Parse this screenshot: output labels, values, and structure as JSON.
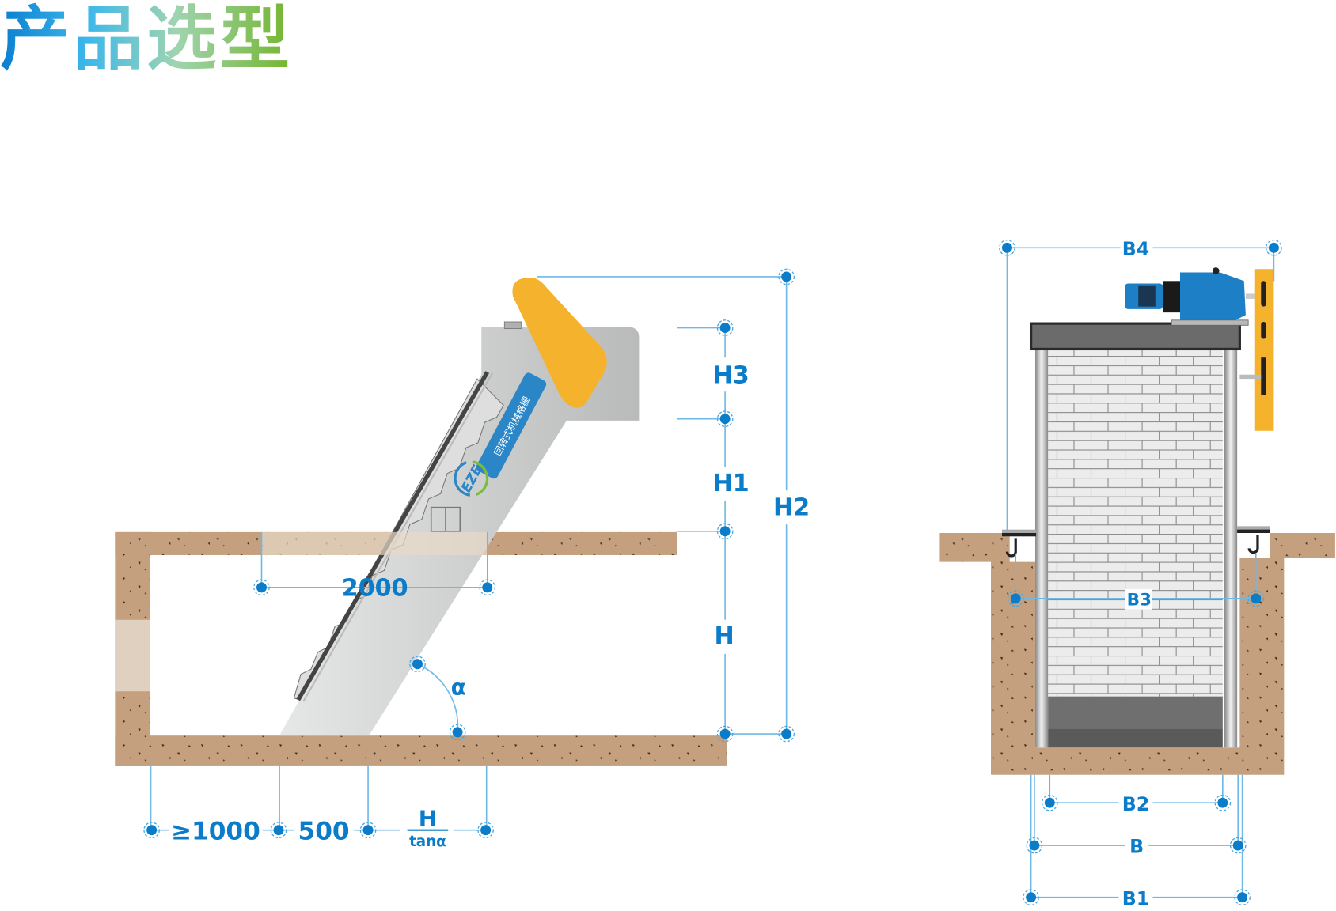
{
  "title": "产品选型",
  "colors": {
    "dimension": "#0a7cc9",
    "concrete": "#c4a07e",
    "machine_gray": "#c7c8c8",
    "rake_arm": "#f5b22c",
    "motor_blue": "#1d7fc6",
    "title_start": "#0b7fd0",
    "title_end": "#79b833"
  },
  "side_view": {
    "label_H3": "H3",
    "label_H1": "H1",
    "label_H": "H",
    "label_H2": "H2",
    "label_width": "2000",
    "label_angle": "α",
    "bottom_dims": {
      "min_length": "≥1000",
      "offset": "500",
      "frac_num": "H",
      "frac_den": "tanα"
    },
    "machine_label": "回转式机械格栅",
    "logo": "EZE"
  },
  "front_view": {
    "label_B4": "B4",
    "label_B3": "B3",
    "label_B2": "B2",
    "label_B": "B",
    "label_B1": "B1"
  }
}
